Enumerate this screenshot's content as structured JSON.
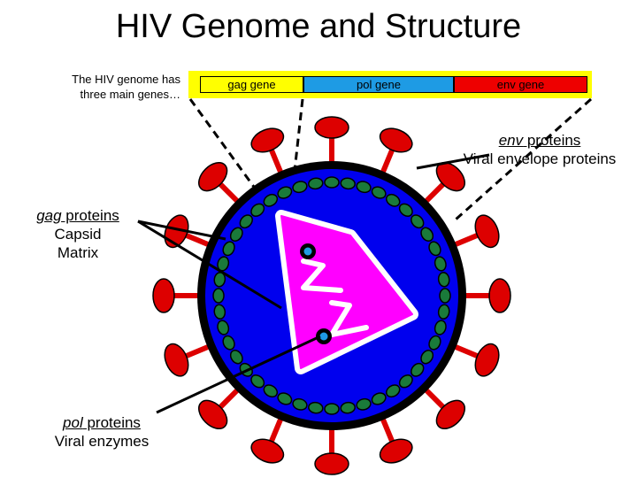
{
  "title": "HIV Genome and Structure",
  "intro": "The HIV genome has three main genes…",
  "genome": {
    "genes": [
      {
        "label": "gag gene",
        "color": "#ffff00"
      },
      {
        "label": "pol gene",
        "color": "#1e9be4"
      },
      {
        "label": "env gene",
        "color": "#ee0000"
      }
    ],
    "background_color": "#ffff00"
  },
  "labels": {
    "env": {
      "gene": "env",
      "suffix": " proteins",
      "detail": "Viral envelope proteins"
    },
    "gag": {
      "gene": "gag",
      "suffix": " proteins",
      "line2": "Capsid",
      "line3": "Matrix"
    },
    "pol": {
      "gene": "pol",
      "suffix": " proteins",
      "detail": "Viral enzymes"
    }
  },
  "colors": {
    "envelope": "#000000",
    "interior": "#0000ee",
    "matrix_beads": "#1a7a3a",
    "capsid": "#ff00ff",
    "capsid_rim": "#ffffff",
    "spikes": "#dd0000",
    "rna": "#ffffff",
    "enzyme": "#1e9be4"
  }
}
